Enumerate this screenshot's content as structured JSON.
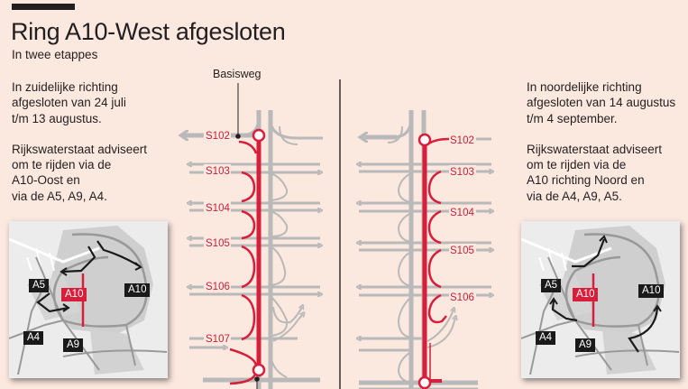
{
  "header": {
    "title": "Ring A10-West afgesloten",
    "subtitle": "In twee etappes"
  },
  "left_panel": {
    "lines1": [
      "In zuidelijke richting",
      "afgesloten van 24 juli",
      "t/m 13 augustus."
    ],
    "lines2": [
      "Rijkswaterstaat adviseert",
      "om te rijden via de",
      "A10-Oost en",
      "via de A5, A9, A4."
    ]
  },
  "right_panel": {
    "lines1": [
      "In noordelijke richting",
      "afgesloten van 14 augustus",
      "t/m 4 september."
    ],
    "lines2": [
      "Rijkswaterstaat adviseert",
      "om te rijden via de",
      "A10 richting Noord en",
      "via de A4, A9, A5."
    ]
  },
  "diagram": {
    "callout": "Basisweg",
    "left_exits": [
      "S102",
      "S103",
      "S104",
      "S105",
      "S106",
      "S107"
    ],
    "right_exits": [
      "S102",
      "S103",
      "S104",
      "S105",
      "S106"
    ]
  },
  "maps": {
    "left": {
      "closed": "A10",
      "a5": "A5",
      "a10": "A10",
      "a4": "A4",
      "a9": "A9"
    },
    "right": {
      "closed": "A10",
      "a5": "A5",
      "a10": "A10",
      "a4": "A4",
      "a9": "A9"
    }
  },
  "colors": {
    "background": "#fbe8df",
    "closure_red": "#d71e3b",
    "road_grey": "#b9b9b9",
    "text": "#231f20"
  }
}
